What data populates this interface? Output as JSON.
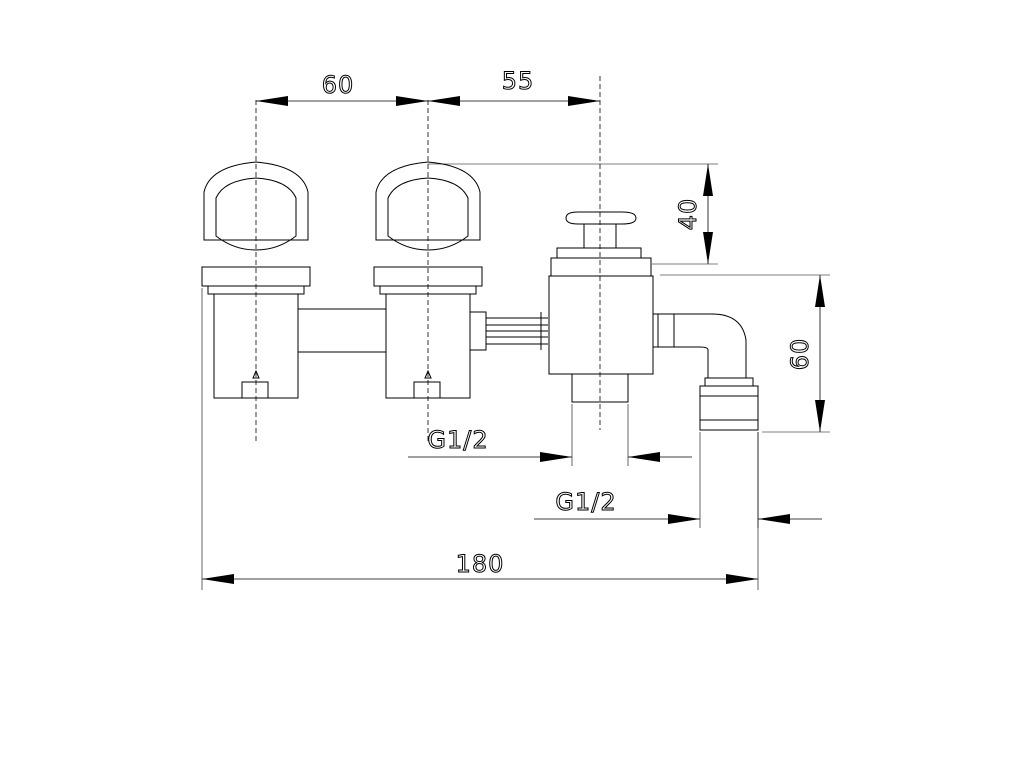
{
  "drawing": {
    "dimensions": {
      "spacing_left": "60",
      "spacing_right": "55",
      "height_top": "40",
      "height_right": "60",
      "thread_outlet": "G1/2",
      "thread_spout": "G1/2",
      "overall_width": "180"
    },
    "colors": {
      "line": "#000000",
      "background": "#ffffff"
    }
  }
}
